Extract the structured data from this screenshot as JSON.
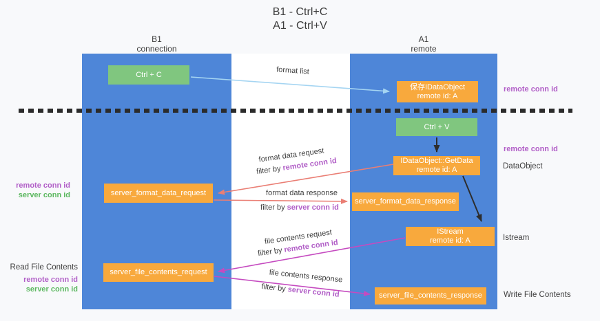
{
  "title": {
    "line1": "B1 - Ctrl+C",
    "line2": "A1 - Ctrl+V"
  },
  "lifelines": {
    "left": {
      "name": "B1",
      "role": "connection"
    },
    "right": {
      "name": "A1",
      "role": "remote"
    }
  },
  "boxes": {
    "ctrl_c": {
      "label": "Ctrl + C"
    },
    "ctrl_v": {
      "label": "Ctrl + V"
    },
    "save_dataobject": {
      "line1": "保存IDataObject",
      "line2": "remote id: A"
    },
    "getdata": {
      "line1": "IDataObject::GetData",
      "line2": "remote id: A"
    },
    "istream_obj": {
      "line1": "IStream",
      "line2": "remote id: A"
    },
    "server_format_data_request": {
      "label": "server_format_data_request"
    },
    "server_format_data_response": {
      "label": "server_format_data_response"
    },
    "server_file_contents_request": {
      "label": "server_file_contents_request"
    },
    "server_file_contents_response": {
      "label": "server_file_contents_response"
    }
  },
  "flows": {
    "format_list": {
      "label": "format list"
    },
    "format_data_request": {
      "label": "format data request",
      "filter_prefix": "filter by ",
      "filter_key": "remote conn id"
    },
    "format_data_response": {
      "label": "format data response",
      "filter_prefix": "filter by ",
      "filter_key": "server conn id"
    },
    "file_contents_request": {
      "label": "file contents request",
      "filter_prefix": "filter by ",
      "filter_key": "remote conn id"
    },
    "file_contents_response": {
      "label": "file contents response",
      "filter_prefix": "filter by ",
      "filter_key": "server conn id"
    }
  },
  "side_labels": {
    "right_remote_conn_top": "remote conn id",
    "right_remote_conn_mid": "remote conn id",
    "right_dataobject": "DataObject",
    "right_istream": "Istream",
    "right_write_file_contents": "Write File Contents",
    "left_read_file_contents": "Read File Contents",
    "left_remote_conn_1": "remote conn id",
    "left_server_conn_1": "server conn id",
    "left_remote_conn_2": "remote conn id",
    "left_server_conn_2": "server conn id"
  },
  "colors": {
    "lifeline_blue": "#4e86d8",
    "box_orange": "#f8a93d",
    "box_green": "#80c67f",
    "remote_conn_purple": "#b15ec7",
    "server_conn_green": "#5cb860",
    "format_arrow_salmon": "#ea7e74",
    "file_arrow_magenta": "#c54bc0",
    "format_list_arrow_blue": "#a5d5f2",
    "black_arrow": "#2d2d2d",
    "dashed_separator": "#2b2b2b",
    "background": "#f8f9fb"
  }
}
